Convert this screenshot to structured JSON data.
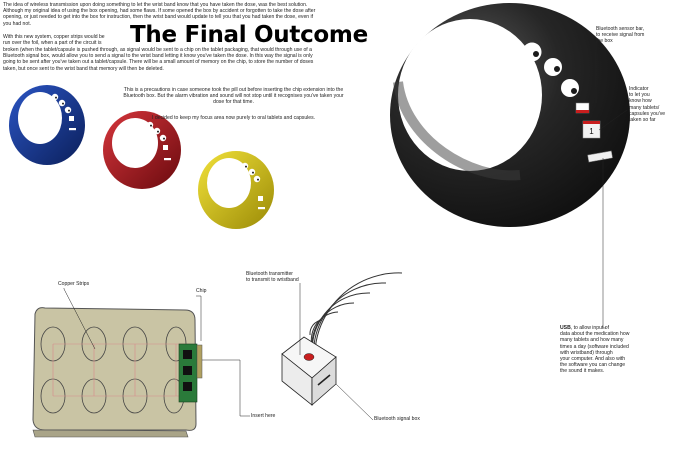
{
  "title": "The Final Outcome",
  "paragraphs": {
    "intro": "The idea of wireless transmission upon doing something to let the wrist band know that you have taken the dose, was the best solution.\nAlthough my original idea of using the box opening, had some flaws. If some opened the box by accident or forgotten to take the dose after\nopening, or just needed to get into the box for instruction, then the wrist band would update to tell you that you had taken the dose, even if\nyou had not.",
    "system_left": "With this new system, copper strips would be\nrun over the foil, when a part of the circuit is",
    "system_full": "broken (when the tablet/capsule is pushed through, as signal would be sent to a chip on the tablet packaging, that would through use of a\nBluetooth signal box, would allow you to send a signal to the wrist band letting it know you've taken the dose. In this way the signal is only\ngoing to be sent after you've taken out a tablet/capsule. There will be a small amount of memory on the chip, to store the number of doses\ntaken, but once sent to the wrist band that memory will then be deleted.",
    "precaution": "This is a precautions in case  someone took the pill out before inserting the chip extension into the\nBluetooth box. But the alarm vibration and sound will not stop until it recognises you've taken your\ndose for that time.",
    "focus": "I decided to keep my focus area now purely to oral tablets and capsules."
  },
  "labels": {
    "sensor": "Bluetooth sensor bar,\nto receive signal from\nthe box",
    "indicator": "Indicator\nto let you\nknow how\nmany tablets/\ncapsules you've\ntaken so far",
    "usb_bold": "USB",
    "usb_rest": ", to allow input of\ndata about the medication how\nmany tablets and how many\ntimes a day (software included\nwith wristband) through\nyour computer. And also with\nthe software you can change\nthe sound it makes.",
    "copper": "Copper Strips",
    "chip": "Chip",
    "transmitter": "Bluetooth transmitter\nto transmit to wristband",
    "insert": "Insert here",
    "signal_box": "Bluetooth signal box"
  },
  "counter_value": "1",
  "band_colors": {
    "black": "#262626",
    "blue": "#13328a",
    "red": "#a3141a",
    "yellow": "#d6c210",
    "blister": "#c9c4a4",
    "chip": "#2a7a3a",
    "copper_strip": "#d88a8a"
  }
}
